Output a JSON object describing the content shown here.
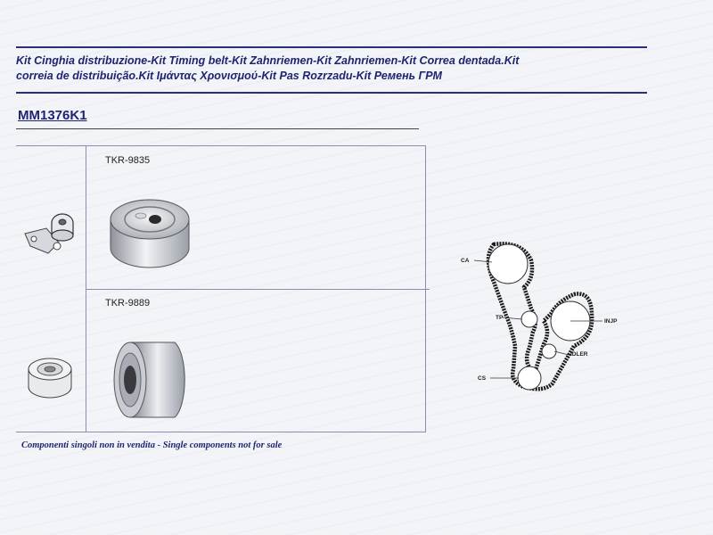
{
  "header": {
    "title_line1": "Kit Cinghia distribuzione-Kit Timing belt-Kit Zahnriemen-Kit Zahnriemen-Kit Correa dentada.Kit",
    "title_line2": "correia de distribuição.Kit Ιμάντας Χρονισμού-Kit Pas Rozrzadu-Kit Ремень ГРМ",
    "product_code": "MM1376K1"
  },
  "parts": [
    {
      "code": "TKR-9835",
      "icon": "tensioner-pulley-icon"
    },
    {
      "code": "TKR-9889",
      "icon": "idler-pulley-icon"
    }
  ],
  "diagram": {
    "labels": {
      "ca": "CA",
      "tp": "TP",
      "inj": "INJP",
      "idler": "IDLER",
      "cs": "CS"
    }
  },
  "footnote": "Componenti singoli non in vendita - Single components not for sale",
  "colors": {
    "accent": "#1f2470",
    "rule": "#2a2f7a",
    "belt": "#1a1a1a"
  }
}
